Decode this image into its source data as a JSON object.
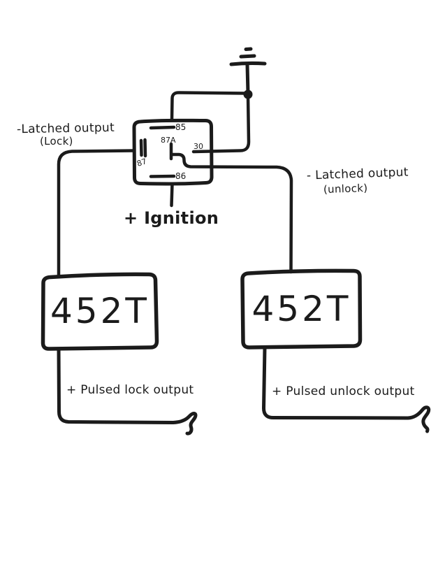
{
  "diagram": {
    "ink_color": "#1b1b1b",
    "background_color": "#ffffff"
  },
  "relay": {
    "pin_top": "85",
    "pin_center": "87A",
    "pin_right": "30",
    "pin_left": "87",
    "pin_bottom": "86"
  },
  "modules": {
    "left_label": "452T",
    "right_label": "452T"
  },
  "labels": {
    "latched_lock": "-Latched output",
    "latched_lock_sub": "(Lock)",
    "latched_unlock": "- Latched output",
    "latched_unlock_sub": "(unlock)",
    "ignition": "+ Ignition",
    "pulsed_lock": "+ Pulsed lock output",
    "pulsed_unlock": "+ Pulsed unlock output"
  }
}
